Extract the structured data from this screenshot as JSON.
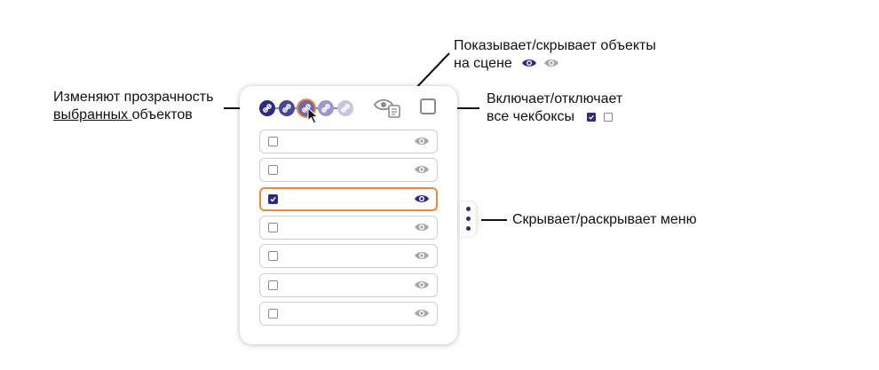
{
  "callouts": {
    "opacity_line1": "Изменяют прозрачность",
    "opacity_line2_underlined": "выбранных ",
    "opacity_line2_rest": "объектов",
    "visibility_line1": "Показывает/скрывает объекты",
    "visibility_line2": "на сцене",
    "checkbox_line1": "Включает/отключает",
    "checkbox_line2": "все чекбоксы",
    "menu_toggle": "Скрывает/раскрывает меню"
  },
  "icons": {
    "opacity_levels": [
      "opacity-level-1-icon",
      "opacity-level-2-icon",
      "opacity-level-3-icon",
      "opacity-level-4-icon",
      "opacity-level-5-icon"
    ],
    "visibility_all": "eye-with-file-icon",
    "row_visibility": "eye-icon",
    "cursor": "mouse-pointer-icon",
    "menu_toggle": "vertical-ellipsis-icon"
  },
  "colors": {
    "accent": "#2e2a80",
    "selection": "#e7893f",
    "muted": "#8a8a8a",
    "border": "#cfcfcf"
  },
  "panel": {
    "selected_opacity_index": 2,
    "master_checkbox_checked": false,
    "rows": [
      {
        "checked": false,
        "visible": false,
        "active": false
      },
      {
        "checked": false,
        "visible": false,
        "active": false
      },
      {
        "checked": true,
        "visible": true,
        "active": true
      },
      {
        "checked": false,
        "visible": false,
        "active": false
      },
      {
        "checked": false,
        "visible": false,
        "active": false
      },
      {
        "checked": false,
        "visible": false,
        "active": false
      },
      {
        "checked": false,
        "visible": false,
        "active": false
      }
    ]
  }
}
